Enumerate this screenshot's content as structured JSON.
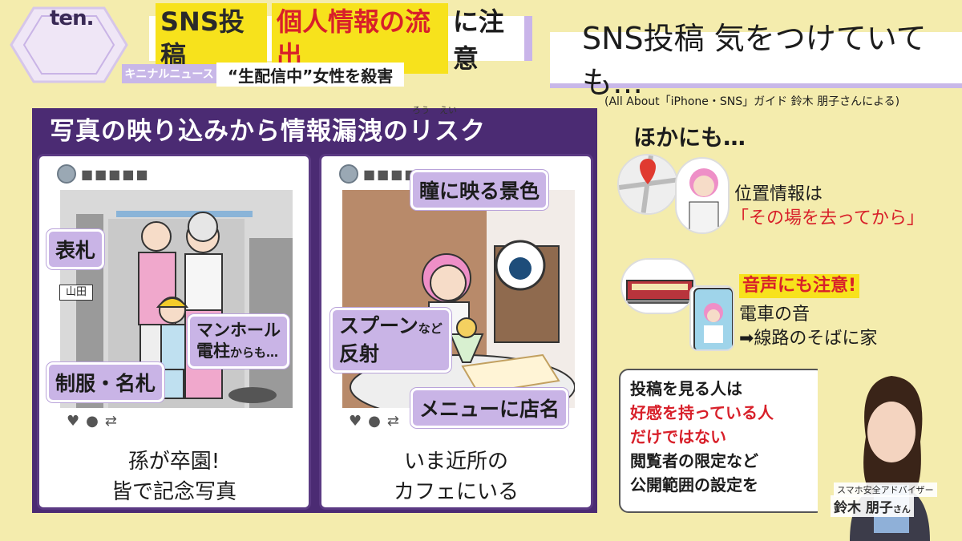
{
  "header": {
    "logo": "ten.",
    "headline": {
      "part1": "SNS投稿",
      "part2": "個人情報の流出",
      "part3": "に注意"
    },
    "sub_tag": "キニナルニュース",
    "sub_headline": "“生配信中”女性を殺害",
    "right_title": "SNS投稿 気をつけていても…",
    "source_note": "(All About「iPhone・SNS」ガイド 鈴木 朋子さんによる)"
  },
  "section": {
    "title": "写真の映り込みから情報漏洩のリスク",
    "ruby": [
      "ろう",
      "えい"
    ]
  },
  "panel1": {
    "callouts": {
      "nameplate": "表札",
      "manhole_line1": "マンホール",
      "manhole_line2_a": "電柱",
      "manhole_line2_b": "からも…",
      "uniform": "制服・名札"
    },
    "door_plate": "山田",
    "caption_line1": "孫が卒園!",
    "caption_line2": "皆で記念写真"
  },
  "panel2": {
    "callouts": {
      "eye": "瞳に映る景色",
      "spoon_a": "スプーン",
      "spoon_b": "など",
      "spoon_c": "反射",
      "menu": "メニューに店名"
    },
    "caption_line1": "いま近所の",
    "caption_line2": "カフェにいる"
  },
  "right": {
    "other_heading": "ほかにも…",
    "tip1_line1": "位置情報は",
    "tip1_line2": "「その場を去ってから」",
    "tip2_title": "音声にも注意!",
    "tip2_line1": "電車の音",
    "tip2_line2": "➡線路のそばに家"
  },
  "advice": {
    "line1": "投稿を見る人は",
    "line2": "好感を持っている人",
    "line3": "だけではない",
    "line4": "閲覧者の限定など",
    "line5": "公開範囲の設定を"
  },
  "advisor": {
    "role": "スマホ安全アドバイザー",
    "name": "鈴木 朋子",
    "suffix": "さん"
  },
  "colors": {
    "background": "#f4ecad",
    "purple": "#4b2b73",
    "lavender": "#c9b4e6",
    "highlight_yellow": "#f7e21c",
    "red": "#d8202a"
  }
}
